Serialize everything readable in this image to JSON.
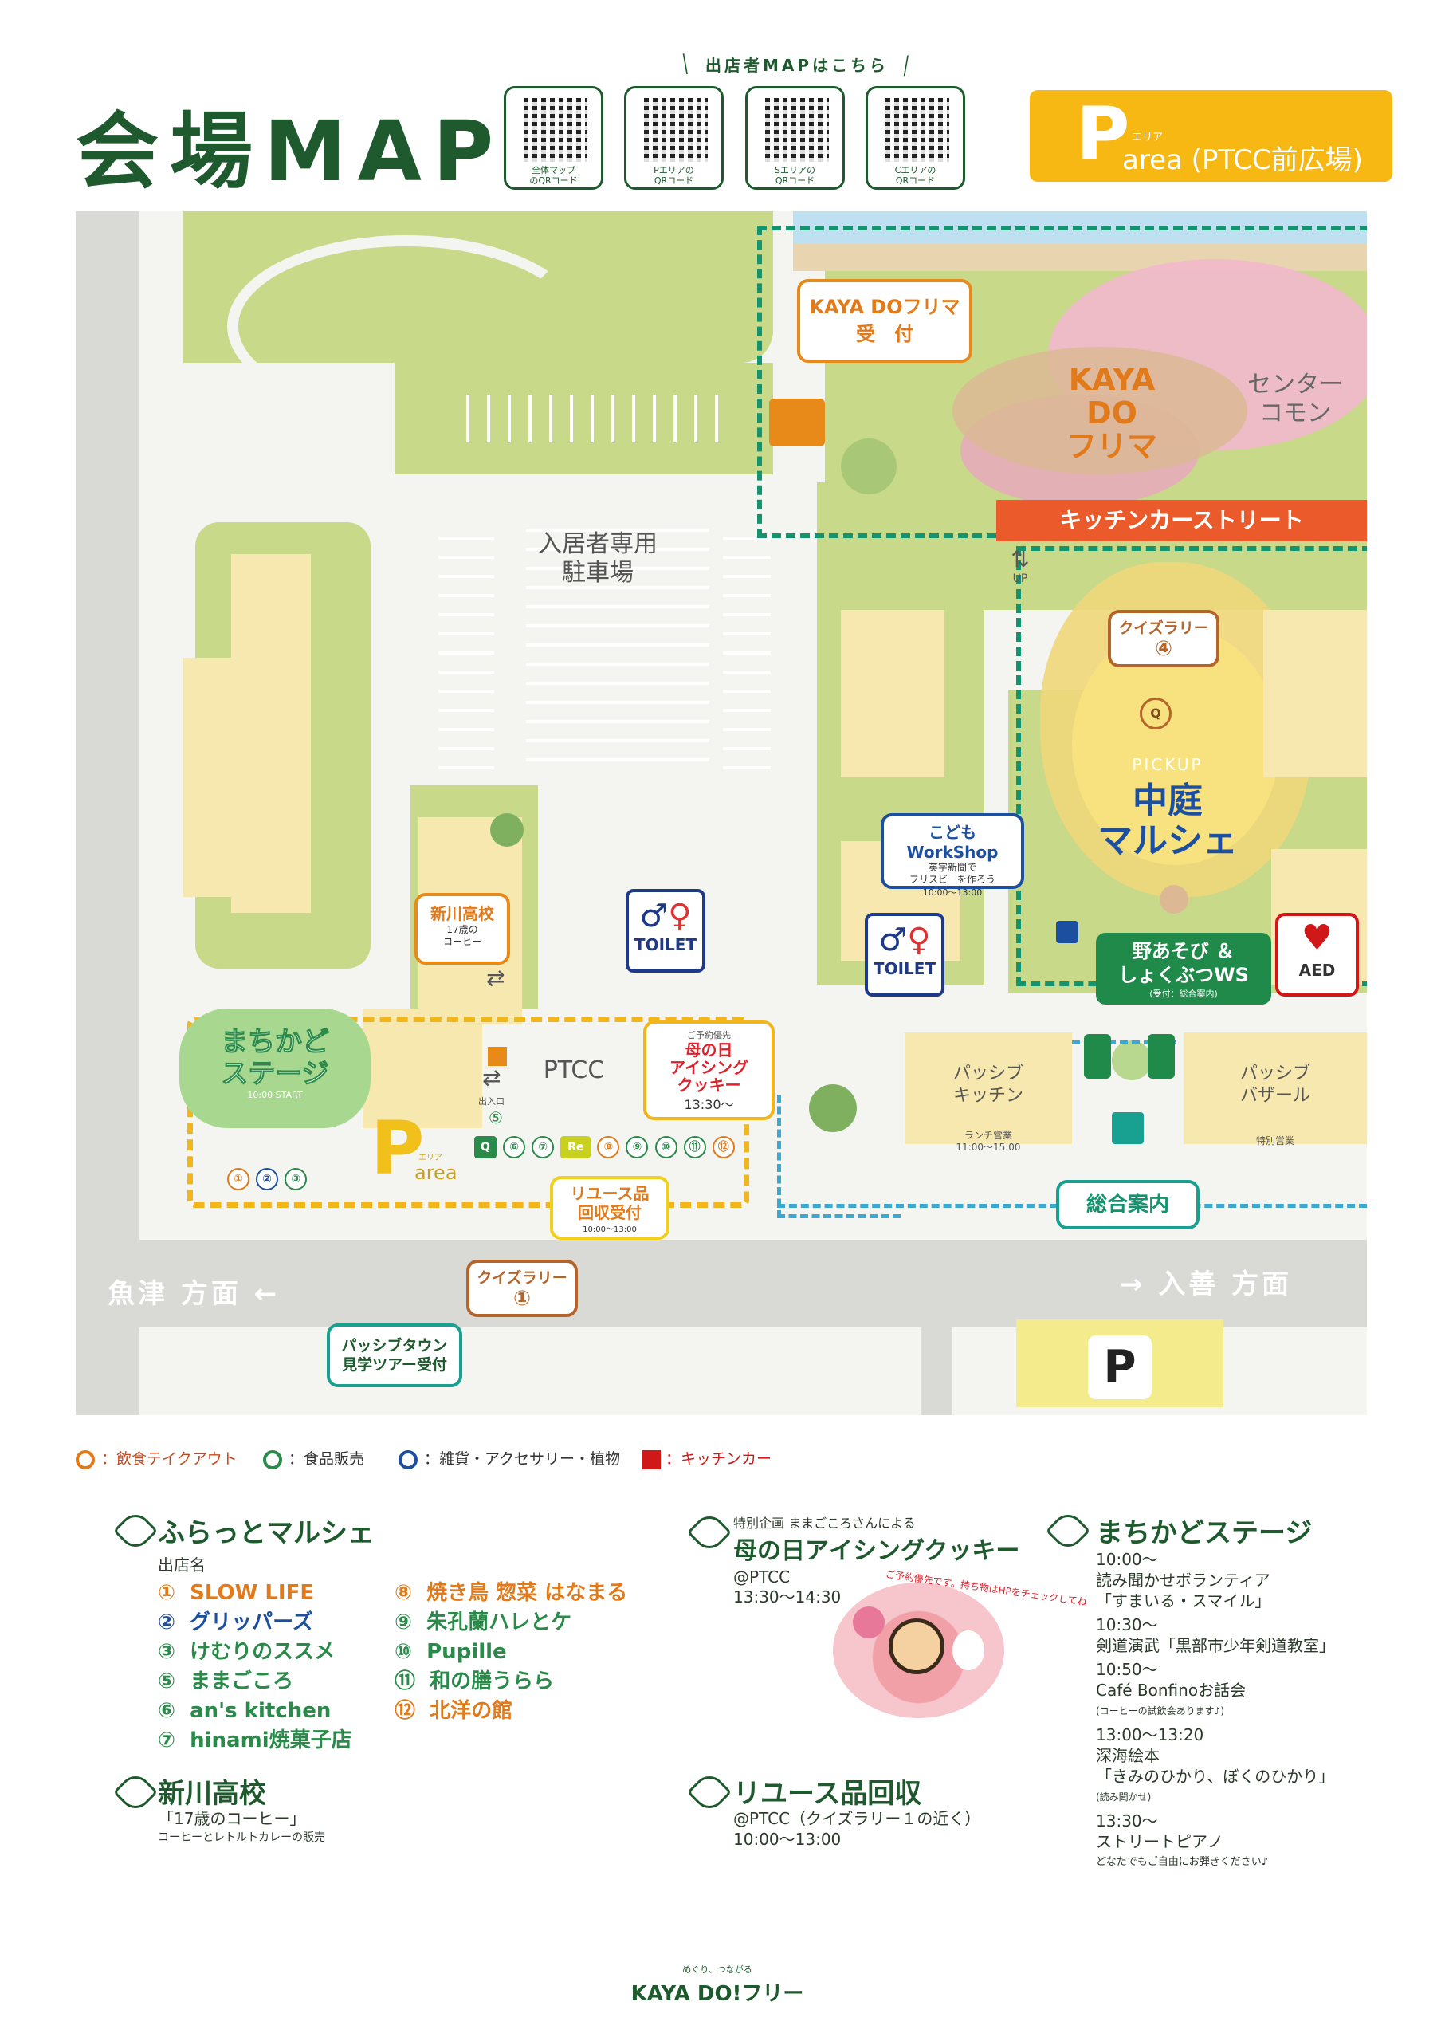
{
  "header": {
    "title": "会場MAP",
    "qr_caption": "出店者MAPはこちら",
    "qr_codes": [
      {
        "label1": "全体マップ",
        "label2": "のQRコード"
      },
      {
        "label1": "Pエリアの",
        "label2": "QRコード"
      },
      {
        "label1": "Sエリアの",
        "label2": "QRコード"
      },
      {
        "label1": "Cエリアの",
        "label2": "QRコード"
      }
    ],
    "parea": {
      "letter": "P",
      "ruby": "エリア",
      "text": "area (PTCC前広場)",
      "color": "#f7b814"
    }
  },
  "map": {
    "parking_resident": "入居者専用\n駐車場",
    "kayado_reception": "KAYA DOフリマ\n受　付",
    "kayado_frima": "KAYA DO\nフリマ",
    "center_common": "センター\nコモン",
    "kitchen_street": "キッチンカーストリート",
    "up_label": "UP",
    "quiz4": {
      "title": "クイズラリー",
      "num": "④"
    },
    "quiz_q": "Q",
    "pickup": "PICKUP",
    "nakaniwa": "中庭\nマルシェ",
    "kids_ws": {
      "title": "こどもWorkShop",
      "sub": "英字新聞で\nフリスビーを作ろう",
      "time": "10:00〜13:00"
    },
    "toilet_label": "TOILET",
    "noasobi": {
      "title": "野あそび ＆\nしょくぶつWS",
      "sub": "(受付：総合案内)"
    },
    "aed": "AED",
    "shinkawa": {
      "title": "新川高校",
      "sub": "17歳の\nコーヒー"
    },
    "ptcc": "PTCC",
    "entrance": "出入口",
    "entrance_num": "⑤",
    "icing": {
      "pre": "ご予約優先",
      "title": "母の日\nアイシング\nクッキー",
      "time": "13:30〜"
    },
    "passive_kitchen": {
      "title": "パッシブ\nキッチン",
      "sub": "ランチ営業\n11:00〜15:00"
    },
    "passive_bazaar": {
      "title": "パッシブ\nバザール",
      "sub": "特別営業"
    },
    "machikado_stage": {
      "title": "まちかど\nステージ",
      "sub": "10:00 START"
    },
    "parea_letter": "P",
    "parea_ruby": "エリア",
    "parea_word": "area",
    "parea_nums_left": [
      "①",
      "②",
      "③"
    ],
    "parea_row": [
      "Q",
      "⑥",
      "⑦",
      "Re",
      "⑧",
      "⑨",
      "⑩",
      "⑪",
      "⑫"
    ],
    "reuse": {
      "title": "リユース品\n回収受付",
      "time": "10:00〜13:00"
    },
    "quiz1": {
      "title": "クイズラリー",
      "num": "①"
    },
    "tour": "パッシブタウン\n見学ツアー受付",
    "info_center": "総合案内",
    "uozu": "魚津 方面 ←",
    "nyuzen": "→ 入善 方面",
    "parking_p": "P"
  },
  "legend": [
    {
      "label": "：飲食テイクアウト",
      "color": "#e07a1a",
      "shape": "ring"
    },
    {
      "label": "：食品販売",
      "color": "#2a8a4a",
      "shape": "ring"
    },
    {
      "label": "：雑貨・アクセサリー・植物",
      "color": "#1d4fa0",
      "shape": "ring"
    },
    {
      "label": "：キッチンカー",
      "color": "#e01818",
      "shape": "square"
    }
  ],
  "flat_marche": {
    "title": "ふらっとマルシェ",
    "sub": "出店名",
    "vendors_left": [
      {
        "num": "①",
        "name": "SLOW LIFE",
        "color": "#e07a1a"
      },
      {
        "num": "②",
        "name": "グリッパーズ",
        "color": "#1d4fa0"
      },
      {
        "num": "③",
        "name": "けむりのススメ",
        "color": "#2a8a4a"
      },
      {
        "num": "⑤",
        "name": "ままごころ",
        "color": "#2a8a4a"
      },
      {
        "num": "⑥",
        "name": "an's kitchen",
        "color": "#2a8a4a"
      },
      {
        "num": "⑦",
        "name": "hinami焼菓子店",
        "color": "#2a8a4a"
      }
    ],
    "vendors_right": [
      {
        "num": "⑧",
        "name": "焼き鳥 惣菜 はなまる",
        "color": "#e07a1a"
      },
      {
        "num": "⑨",
        "name": "朱孔蘭ハレとケ",
        "color": "#2a8a4a"
      },
      {
        "num": "⑩",
        "name": "Pupille",
        "color": "#2a8a4a"
      },
      {
        "num": "⑪",
        "name": "和の膳うらら",
        "color": "#2a8a4a"
      },
      {
        "num": "⑫",
        "name": "北洋の館",
        "color": "#e07a1a"
      }
    ]
  },
  "shinkawa_info": {
    "title": "新川高校",
    "line1": "「17歳のコーヒー」",
    "line2": "コーヒーとレトルトカレーの販売"
  },
  "special": {
    "pre": "特別企画 ままごころさんによる",
    "title": "母の日アイシングクッキー",
    "place": "@PTCC",
    "time": "13:30〜14:30",
    "photo_note": "ご予約優先です。持ち物はHPをチェックしてね"
  },
  "reuse_info": {
    "title": "リユース品回収",
    "place": "@PTCC（クイズラリー１の近く）",
    "time": "10:00〜13:00"
  },
  "stage_info": {
    "title": "まちかどステージ",
    "items": [
      {
        "time": "10:00〜",
        "line1": "読み聞かせボランティア",
        "line2": "「すまいる・スマイル」",
        "note": ""
      },
      {
        "time": "10:30〜",
        "line1": "剣道演武「黒部市少年剣道教室」",
        "line2": "",
        "note": ""
      },
      {
        "time": "10:50〜",
        "line1": "Café Bonfinoお話会",
        "line2": "",
        "note": "(コーヒーの試飲会あります♪)"
      },
      {
        "time": "13:00〜13:20",
        "line1": "深海絵本",
        "line2": "「きみのひかり、ぼくのひかり」",
        "note": "(読み聞かせ)"
      },
      {
        "time": "13:30〜",
        "line1": "ストリートピアノ",
        "line2": "",
        "note": "どなたでもご自由にお弾きください♪"
      }
    ]
  },
  "footer": {
    "tagline": "めぐり、つながる",
    "logo": "KAYA DO!フリー"
  }
}
